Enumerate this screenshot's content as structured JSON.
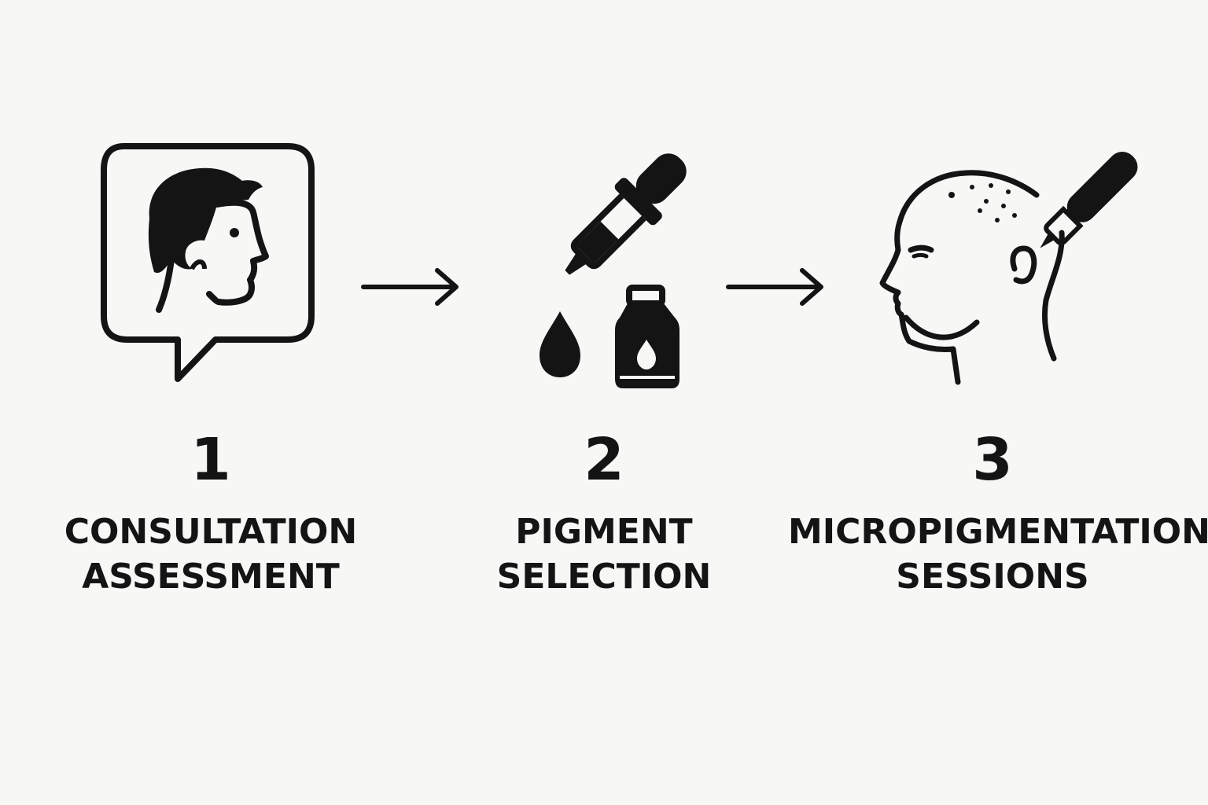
{
  "steps": [
    {
      "number": "1",
      "line1": "CONSULTATION",
      "line2": "ASSESSMENT",
      "icon": "person-speech-bubble-icon"
    },
    {
      "number": "2",
      "line1": "PIGMENT",
      "line2": "SELECTION",
      "icon": "dropper-and-ink-bottle-icon"
    },
    {
      "number": "3",
      "line1": "MICROPIGMENTATION",
      "line2": "SESSIONS",
      "icon": "head-tattoo-pen-icon"
    }
  ],
  "colors": {
    "ink": "#141414",
    "background": "#f7f7f6"
  }
}
